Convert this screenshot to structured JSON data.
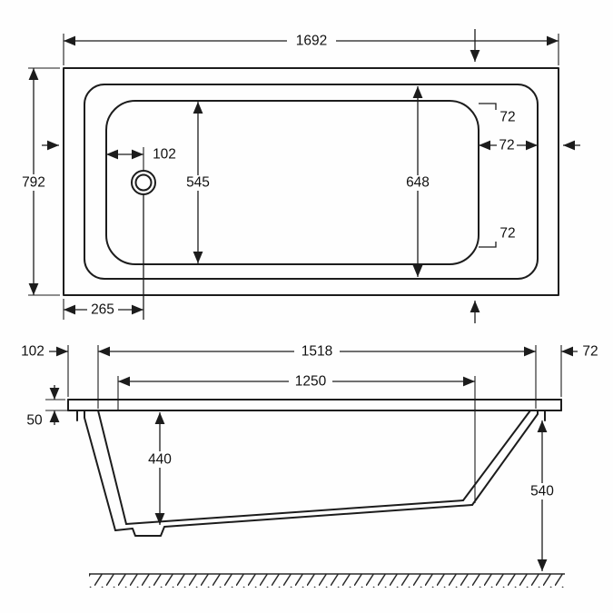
{
  "title": "bathtub-technical-drawing",
  "plan": {
    "overall_length": "1692",
    "overall_width": "792",
    "drain_from_inner_edge": "102",
    "inner_width_at_drain": "545",
    "inner_width_at_rear": "648",
    "corner_radius_top": "72",
    "rim_width_right": "72",
    "corner_radius_bottom": "72",
    "drain_from_end": "265"
  },
  "side": {
    "overhang_left": "102",
    "rim_length": "1518",
    "overhang_right": "72",
    "base_length": "1250",
    "rim_height": "50",
    "inner_depth": "440",
    "overall_height": "540"
  },
  "colors": {
    "line": "#1c1c1c",
    "background": "#fefefe"
  }
}
